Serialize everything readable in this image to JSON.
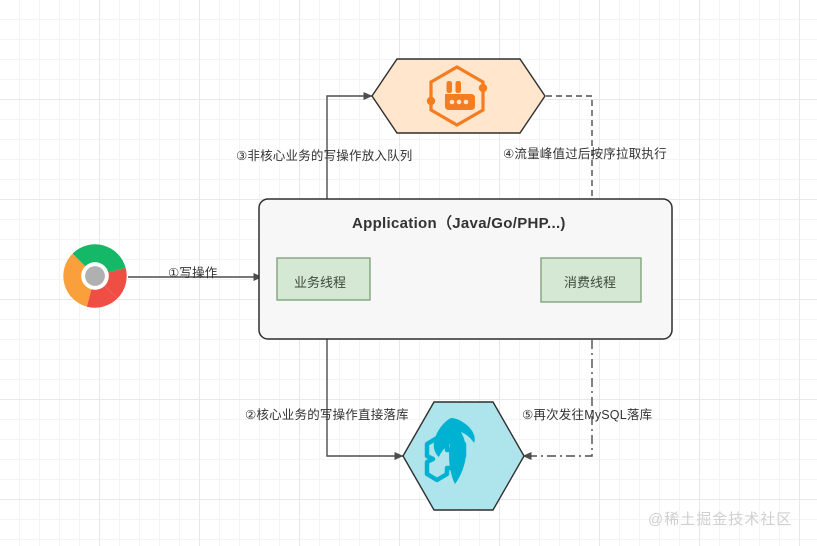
{
  "diagram": {
    "title_watermark": "@稀土掘金技术社区",
    "nodes": {
      "browser": {
        "icon": "chrome-logo-icon",
        "label": ""
      },
      "mq": {
        "icon": "rabbitmq-logo-icon",
        "label": "",
        "fill": "#ffe6cc",
        "stroke": "#2f2f2f"
      },
      "application": {
        "label": "Application（Java/Go/PHP...)",
        "fill": "#f7f7f7",
        "stroke": "#2f2f2f"
      },
      "business_thread": {
        "label": "业务线程",
        "fill": "#d5e8d4",
        "stroke": "#7a9e78"
      },
      "consumer_thread": {
        "label": "消费线程",
        "fill": "#d5e8d4",
        "stroke": "#7a9e78"
      },
      "mysql": {
        "icon": "mysql-dolphin-icon",
        "label": "",
        "fill": "#aee5ec",
        "stroke": "#2f2f2f"
      }
    },
    "edges": [
      {
        "id": "edge-1",
        "label": "①写操作",
        "style": "solid"
      },
      {
        "id": "edge-2",
        "label": "②核心业务的写操作直接落库",
        "style": "solid"
      },
      {
        "id": "edge-3",
        "label": "③非核心业务的写操作放入队列",
        "style": "solid"
      },
      {
        "id": "edge-4",
        "label": "④流量峰值过后按序拉取执行",
        "style": "dashed"
      },
      {
        "id": "edge-5",
        "label": "⑤再次发往MySQL落库",
        "style": "dash-dot"
      }
    ],
    "colors": {
      "grid_minor": "#f4f4f4",
      "grid_major": "#e8e8e8",
      "edge_stroke": "#4d4d4d",
      "mq_accent": "#f57c1f",
      "mysql_accent": "#00b2d1"
    }
  }
}
